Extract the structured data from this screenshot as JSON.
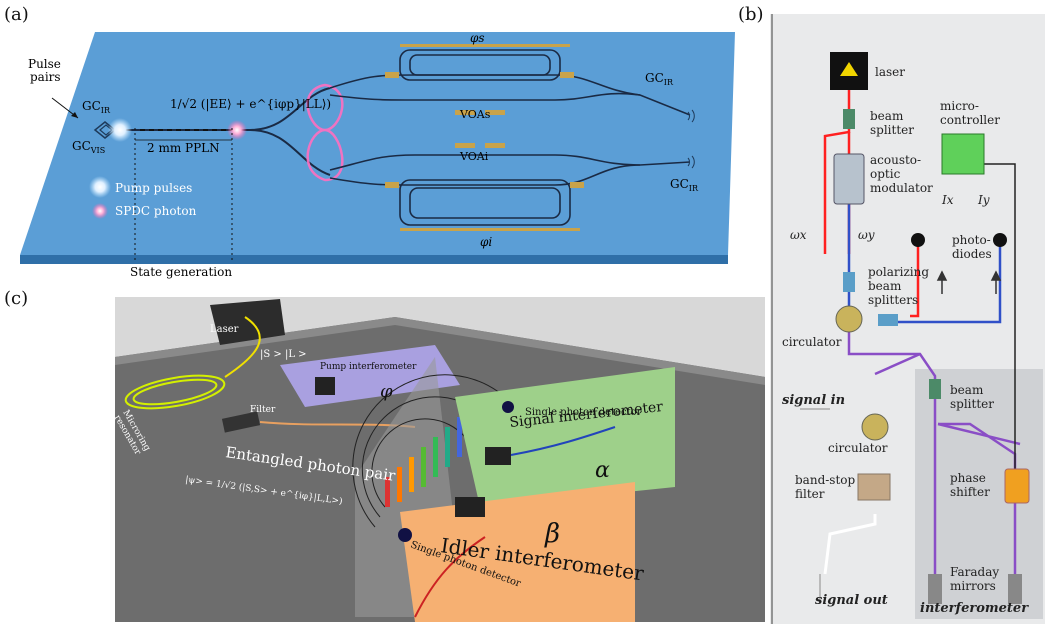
{
  "figure": {
    "panel_labels": {
      "a": "(a)",
      "b": "(b)",
      "c": "(c)"
    },
    "panel_a": {
      "pulse_pairs": "Pulse\npairs",
      "gc_ir_left": "GC",
      "gc_ir_left_sub": "IR",
      "gc_vis": "GC",
      "gc_vis_sub": "VIS",
      "state_formula": "1/√2 (|EE⟩ + e^{iφp}|LL⟩)",
      "ppln": "2 mm PPLN",
      "pump_pulses": "Pump pulses",
      "spdc_photon": "SPDC photon",
      "state_generation": "State generation",
      "phi_s": "φs",
      "phi_i": "φi",
      "voa_s": "VOAs",
      "voa_i": "VOAi",
      "gc_ir_right_top": "GC",
      "gc_ir_right_bottom": "GC",
      "gc_ir_sub": "IR"
    },
    "panel_b": {
      "laser": "laser",
      "beam_splitter_top": "beam\nsplitter",
      "microcontroller": "micro-\ncontroller",
      "aom": "acousto-\noptic\nmodulator",
      "omega_x": "ωx",
      "omega_y": "ωy",
      "ix": "Ix",
      "iy": "Iy",
      "photodiodes": "photo-\ndiodes",
      "pbs": "polarizing\nbeam\nsplitters",
      "circulator_top": "circulator",
      "signal_in": "signal in",
      "beam_splitter_bottom": "beam\nsplitter",
      "circulator_bottom": "circulator",
      "band_stop": "band-stop\nfilter",
      "phase_shifter": "phase\nshifter",
      "faraday": "Faraday\nmirrors",
      "signal_out": "signal out",
      "interferometer": "interferometer"
    },
    "panel_c": {
      "laser": "Laser",
      "ket_sl": "|S > |L >",
      "pump_interferometer": "Pump interferometer",
      "phi": "φ",
      "microring": "Microring\nresonator",
      "filter": "Filter",
      "entangled": "Entangled photon pair",
      "entangled_formula": "|ψ> = 1/√2 (|S,S> + e^{iφ}|L,L>)",
      "single_photon_top": "Single photon detector",
      "signal_interferometer": "Signal interferometer",
      "alpha": "α",
      "idler_interferometer": "Idler interferometer",
      "beta": "β",
      "single_photon_bottom": "Single photon detector"
    }
  }
}
